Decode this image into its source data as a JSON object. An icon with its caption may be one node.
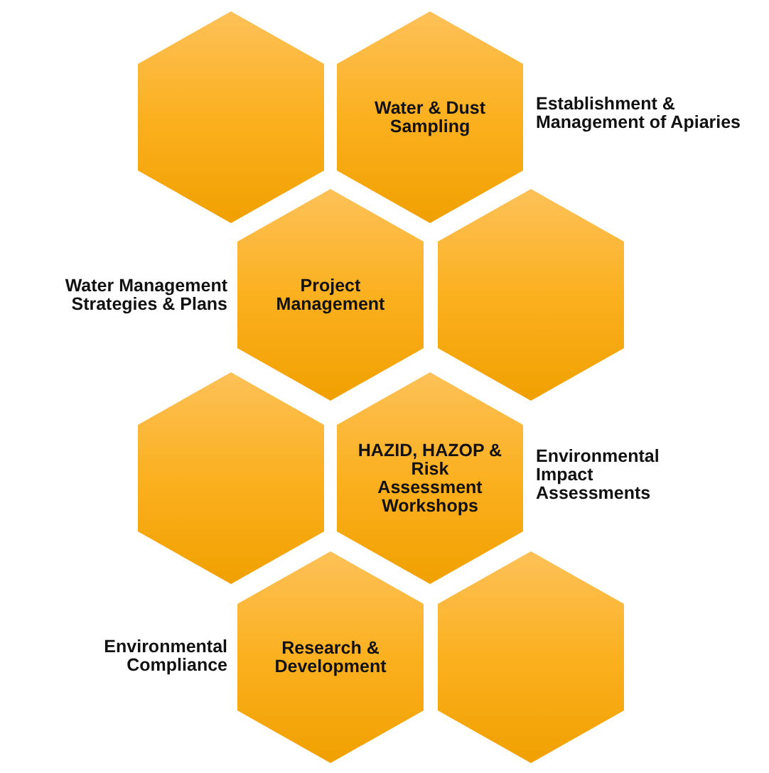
{
  "diagram": {
    "nodes": [
      {
        "text": [],
        "shape": "hexagon"
      },
      {
        "text": [
          "Water & Dust Sampling"
        ]
      },
      {
        "text": [
          "Project Management"
        ]
      },
      {
        "text": [],
        "shape": "hexagon"
      },
      {
        "text": [],
        "shape": "hexagon"
      },
      {
        "text": [
          "HAZID, HAZOP & Risk Assessment Workshops"
        ]
      },
      {
        "text": [
          "Research & Development"
        ]
      },
      {
        "text": [],
        "shape": "hexagon"
      }
    ],
    "labels": [
      "Establishment & Management of Apiaries",
      "Water Management Strategies & Plans",
      "Environmental Impact Assessments",
      "Environmental Compliance"
    ]
  }
}
